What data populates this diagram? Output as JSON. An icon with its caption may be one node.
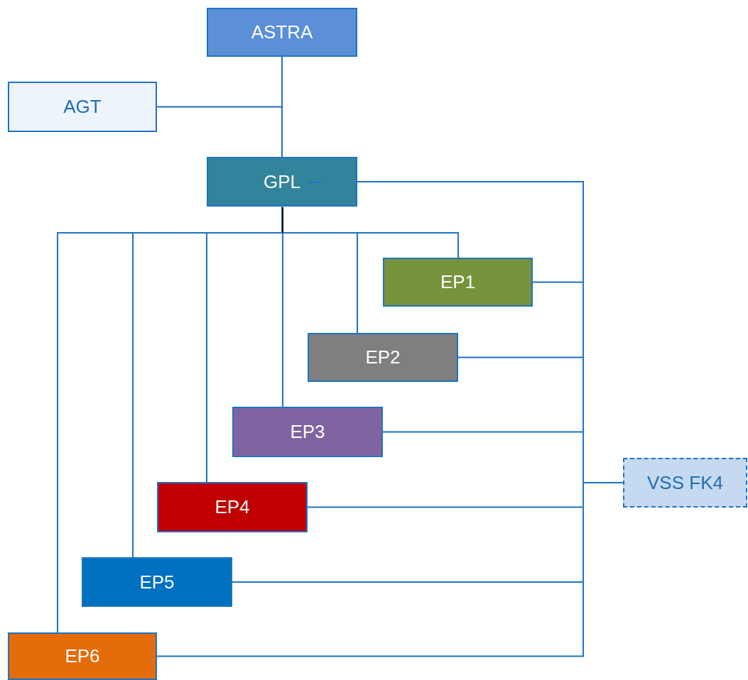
{
  "diagram": {
    "nodes": [
      {
        "text": [
          "ASTRA"
        ]
      },
      {
        "text": [
          "AGT"
        ]
      },
      {
        "text": [
          "GPL"
        ]
      },
      {
        "text": [
          "EP1"
        ]
      },
      {
        "text": [
          "EP2"
        ]
      },
      {
        "text": [
          "EP3"
        ]
      },
      {
        "text": [
          "EP4"
        ]
      },
      {
        "text": [
          "EP5"
        ]
      },
      {
        "text": [
          "EP6"
        ]
      },
      {
        "text": [
          "VSS FK4"
        ]
      }
    ],
    "edges": [
      {
        "from": 0,
        "to": 2,
        "arrow": "none"
      },
      {
        "from": 1,
        "to": 2,
        "arrow": "none"
      },
      {
        "from": 2,
        "to": 3,
        "arrow": "none"
      },
      {
        "from": 2,
        "to": 4,
        "arrow": "none"
      },
      {
        "from": 2,
        "to": 5,
        "arrow": "none"
      },
      {
        "from": 2,
        "to": 6,
        "arrow": "none"
      },
      {
        "from": 2,
        "to": 7,
        "arrow": "none"
      },
      {
        "from": 2,
        "to": 8,
        "arrow": "none"
      },
      {
        "from": 2,
        "to": 9,
        "arrow": "none"
      },
      {
        "from": 3,
        "to": 9,
        "arrow": "none"
      },
      {
        "from": 4,
        "to": 9,
        "arrow": "none"
      },
      {
        "from": 5,
        "to": 9,
        "arrow": "none"
      },
      {
        "from": 6,
        "to": 9,
        "arrow": "none"
      },
      {
        "from": 7,
        "to": 9,
        "arrow": "none"
      },
      {
        "from": 8,
        "to": 9,
        "arrow": "none"
      }
    ]
  }
}
